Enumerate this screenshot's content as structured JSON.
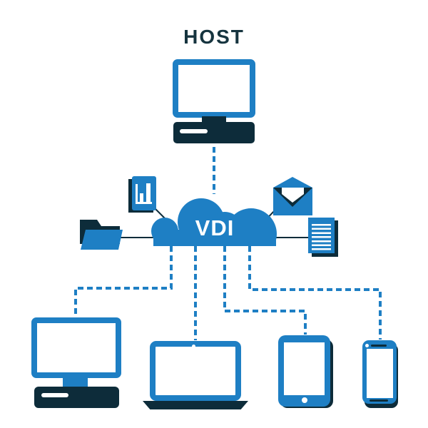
{
  "labels": {
    "host": "HOST",
    "cloud": "VDI"
  },
  "colors": {
    "primary_blue": "#1e7fc4",
    "dark_navy": "#0d2c3a",
    "text_navy": "#16343f",
    "background": "#ffffff"
  },
  "diagram": {
    "type": "network-topology",
    "center_node": "VDI cloud",
    "top_node": "HOST desktop computer",
    "service_icons": [
      "bar-chart",
      "folder",
      "email",
      "document"
    ],
    "client_devices": [
      "desktop-computer",
      "laptop",
      "tablet",
      "smartphone"
    ],
    "connections": {
      "solid": [
        "bar-chart to cloud",
        "folder to cloud",
        "email to cloud",
        "document to cloud"
      ],
      "dashed": [
        "host to cloud",
        "cloud to desktop-computer",
        "cloud to laptop",
        "cloud to tablet",
        "cloud to smartphone"
      ]
    }
  }
}
